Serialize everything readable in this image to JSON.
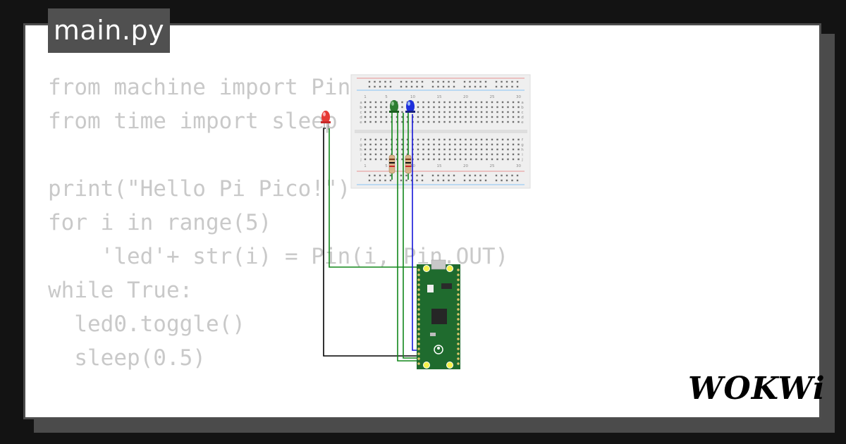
{
  "file_tab": {
    "label": "main.py"
  },
  "code": {
    "lines": [
      "from machine import Pin",
      "from time import sleep",
      "",
      "print(\"Hello Pi Pico!\")",
      "for i in range(5)",
      "    'led'+ str(i) = Pin(i, Pin.OUT)",
      "while True:",
      "  led0.toggle()",
      "  sleep(0.5)"
    ]
  },
  "breadboard": {
    "column_numbers": [
      "1",
      "5",
      "10",
      "15",
      "20",
      "25",
      "30"
    ],
    "row_letters_top": [
      "a",
      "b",
      "c",
      "d",
      "e"
    ],
    "row_letters_bottom": [
      "f",
      "g",
      "h",
      "i",
      "j"
    ]
  },
  "components": {
    "leds": [
      {
        "name": "red-led",
        "color": "#e53935"
      },
      {
        "name": "green-led",
        "color": "#2e7d32"
      },
      {
        "name": "blue-led",
        "color": "#1e2fdc"
      }
    ],
    "board": {
      "name": "raspberry-pi-pico",
      "color": "#1f6b2e"
    }
  },
  "wires": {
    "colors": {
      "black": "#000000",
      "green": "#12871a",
      "blue": "#1616d8"
    }
  },
  "logo": {
    "text": "WOKWi"
  },
  "theme": {
    "background": "#131313",
    "card": "#ffffff",
    "tab": "#505050",
    "code_text": "#c9c9c9"
  }
}
